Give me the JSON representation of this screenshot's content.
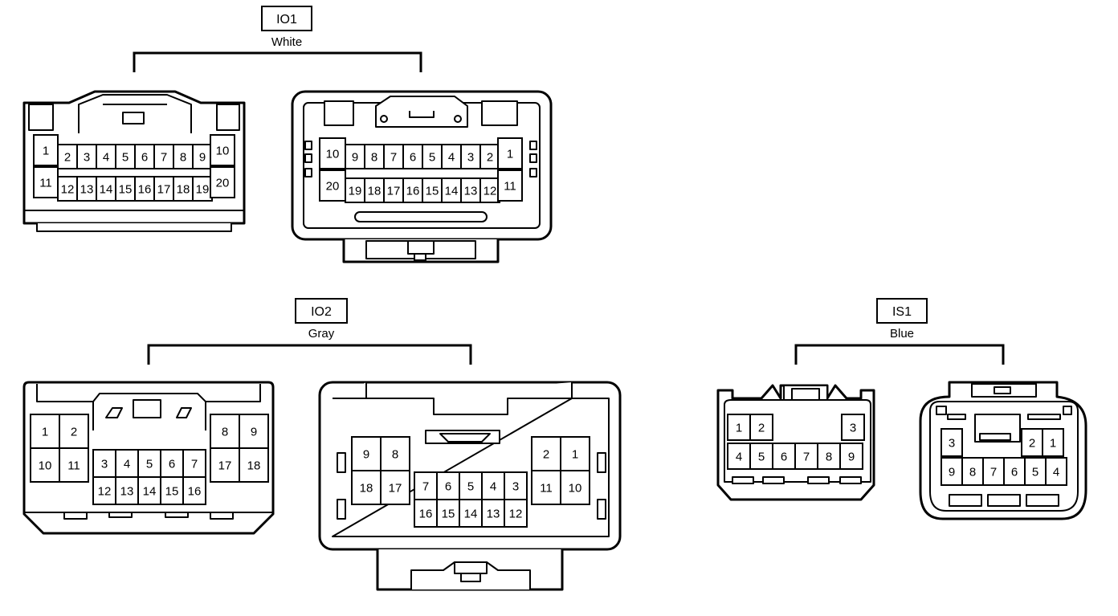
{
  "connectors": {
    "io1": {
      "code": "IO1",
      "color": "White",
      "left_view": {
        "top_row": [
          "1",
          "2",
          "3",
          "4",
          "5",
          "6",
          "7",
          "8",
          "9",
          "10"
        ],
        "bottom_row": [
          "11",
          "12",
          "13",
          "14",
          "15",
          "16",
          "17",
          "18",
          "19",
          "20"
        ]
      },
      "right_view": {
        "top_row": [
          "10",
          "9",
          "8",
          "7",
          "6",
          "5",
          "4",
          "3",
          "2",
          "1"
        ],
        "bottom_row": [
          "20",
          "19",
          "18",
          "17",
          "16",
          "15",
          "14",
          "13",
          "12",
          "11"
        ]
      }
    },
    "io2": {
      "code": "IO2",
      "color": "Gray",
      "left_view": {
        "left_block": [
          [
            "1",
            "2"
          ],
          [
            "10",
            "11"
          ]
        ],
        "center_block": [
          [
            "3",
            "4",
            "5",
            "6",
            "7"
          ],
          [
            "12",
            "13",
            "14",
            "15",
            "16"
          ]
        ],
        "right_block": [
          [
            "8",
            "9"
          ],
          [
            "17",
            "18"
          ]
        ]
      },
      "right_view": {
        "left_block": [
          [
            "9",
            "8"
          ],
          [
            "18",
            "17"
          ]
        ],
        "center_block": [
          [
            "7",
            "6",
            "5",
            "4",
            "3"
          ],
          [
            "16",
            "15",
            "14",
            "13",
            "12"
          ]
        ],
        "right_block": [
          [
            "2",
            "1"
          ],
          [
            "11",
            "10"
          ]
        ]
      }
    },
    "is1": {
      "code": "IS1",
      "color": "Blue",
      "left_view": {
        "top_left": [
          "1",
          "2"
        ],
        "top_right": [
          "3"
        ],
        "bottom_row": [
          "4",
          "5",
          "6",
          "7",
          "8",
          "9"
        ]
      },
      "right_view": {
        "top_left": [
          "3"
        ],
        "top_right": [
          "2",
          "1"
        ],
        "bottom_row": [
          "9",
          "8",
          "7",
          "6",
          "5",
          "4"
        ]
      }
    }
  }
}
